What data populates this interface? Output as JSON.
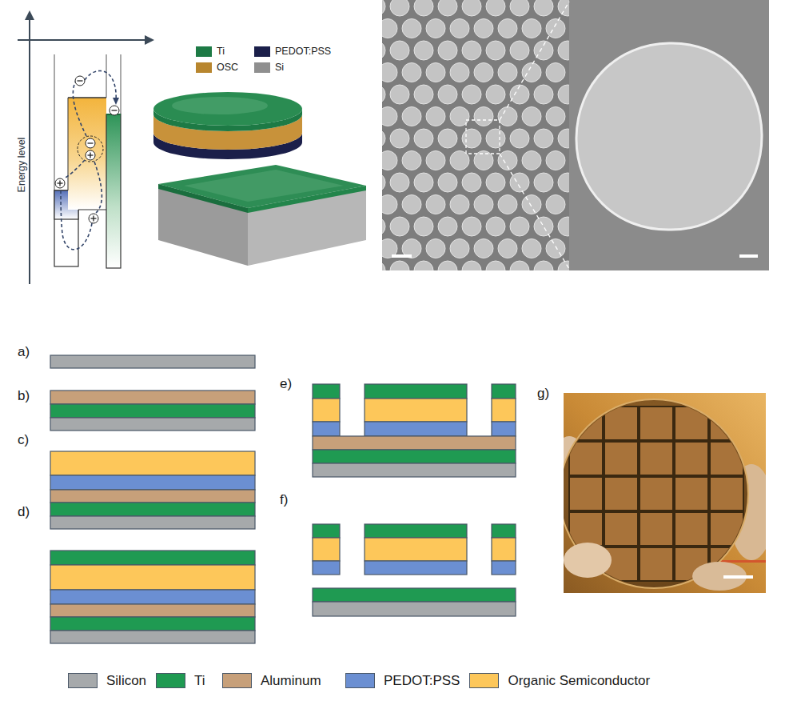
{
  "diagram": {
    "labels": [
      "Energy level",
      "a)",
      "b)",
      "c)",
      "d)",
      "e)",
      "f)",
      "g)"
    ],
    "legend": [
      {
        "text": "Ti",
        "color": "#1d7a45"
      },
      {
        "text": "OSC",
        "color": "#b8862e"
      },
      {
        "text": "PEDOT:PSS",
        "color": "#1b1f4a"
      },
      {
        "text": "Si",
        "color": "#8f8f8f"
      },
      {
        "text": "Silicon",
        "color": "#a6a9ab"
      },
      {
        "text": "Ti",
        "color": "#1f9a52"
      },
      {
        "text": "Aluminum",
        "color": "#c7a07a"
      },
      {
        "text": "PEDOT:PSS",
        "color": "#6b8fd2"
      },
      {
        "text": "Organic Semiconductor",
        "color": "#fdc75a"
      }
    ]
  }
}
